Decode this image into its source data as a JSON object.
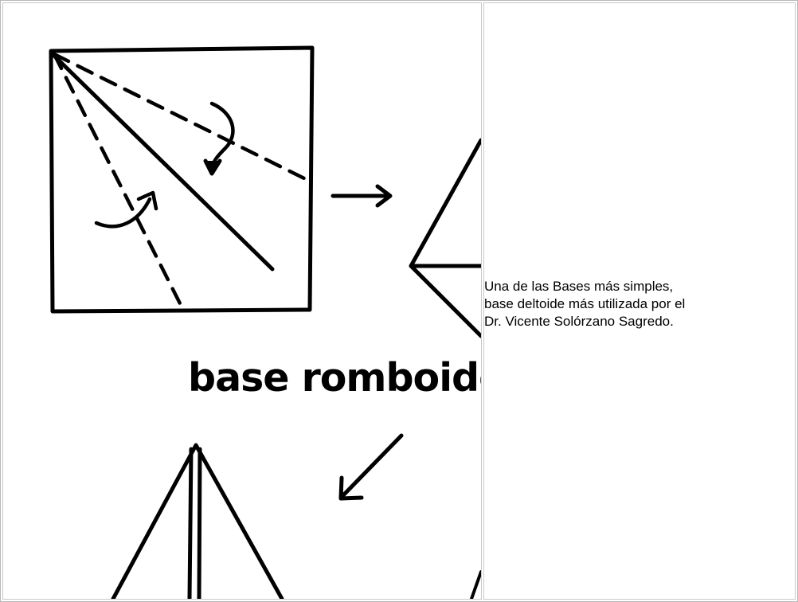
{
  "figure": {
    "handwritten_label": "base romboide"
  },
  "description": {
    "line_1": "Una de las Bases más simples,",
    "line_2": "base deltoide más utilizada por el",
    "line_3": "Dr. Vicente Solórzano Sagredo."
  },
  "colors": {
    "ink": "#000000",
    "cell_border": "#c8c8c8",
    "background": "#ffffff"
  }
}
